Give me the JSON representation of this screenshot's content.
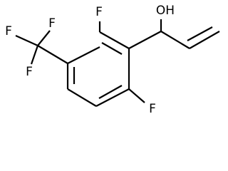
{
  "molecule": {
    "atoms": {
      "f_cf3_top": "F",
      "f_cf3_left": "F",
      "f_cf3_bottom": "F",
      "f_ring_top": "F",
      "f_ring_bottom": "F",
      "hydroxyl": "OH"
    }
  }
}
